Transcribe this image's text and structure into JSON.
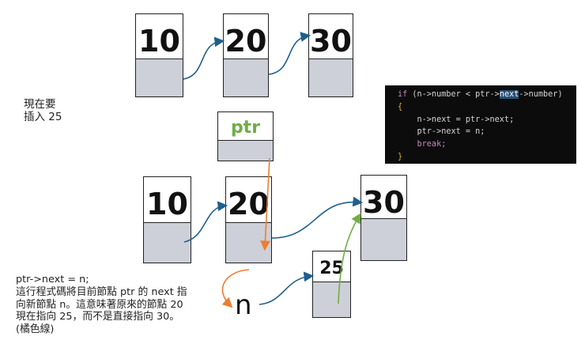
{
  "top_nodes": [
    "10",
    "20",
    "30"
  ],
  "pointer_label": "ptr",
  "bottom_nodes": [
    "10",
    "20",
    "30"
  ],
  "new_node": "25",
  "new_label": "n",
  "left_note": "現在要\n插入 25",
  "bottom_note": "ptr->next = n;\n這行程式碼將目前節點 ptr 的 next 指\n向新節點 n。這意味著原來的節點 20\n現在指向 25，而不是直接指向 30。\n(橘色線)",
  "code": {
    "line1_kw": "if",
    "line1_a": " (n->number < ptr->",
    "line1_hl": "next",
    "line1_b": "->number)",
    "line2": "{",
    "line3": "    n->next = ptr->next;",
    "line4": "    ptr->next = n;",
    "line5": "    break;",
    "line6": "}"
  },
  "colors": {
    "arrow_blue": "#1f5f8b",
    "arrow_orange": "#ed7d31",
    "arrow_green": "#70ad47",
    "ptr_text": "#70ad47",
    "pointer_fill": "#cdd0d8"
  }
}
